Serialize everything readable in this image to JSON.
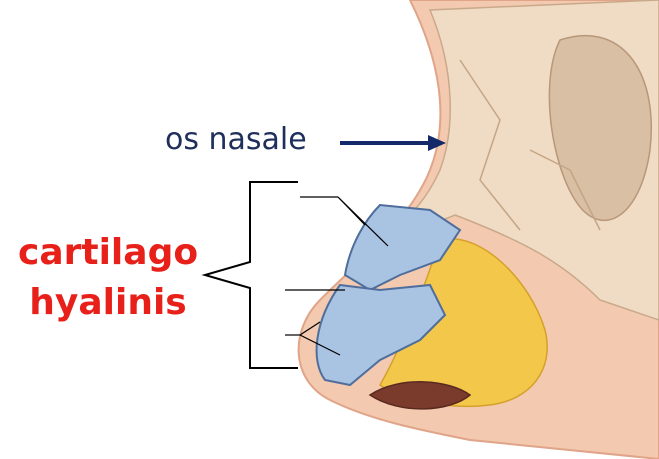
{
  "labels": {
    "bone": "os nasale",
    "cartilage_line1": "cartilago",
    "cartilage_line2": "hyalinis"
  },
  "colors": {
    "bone_label": "#1f2f5c",
    "cartilage_label": "#e8201a",
    "arrow": "#13296a",
    "skin": "#f2c3a8",
    "bone": "#efdcc3",
    "hyaline_cartilage": "#a9c3e2",
    "fat": "#f2c744"
  }
}
